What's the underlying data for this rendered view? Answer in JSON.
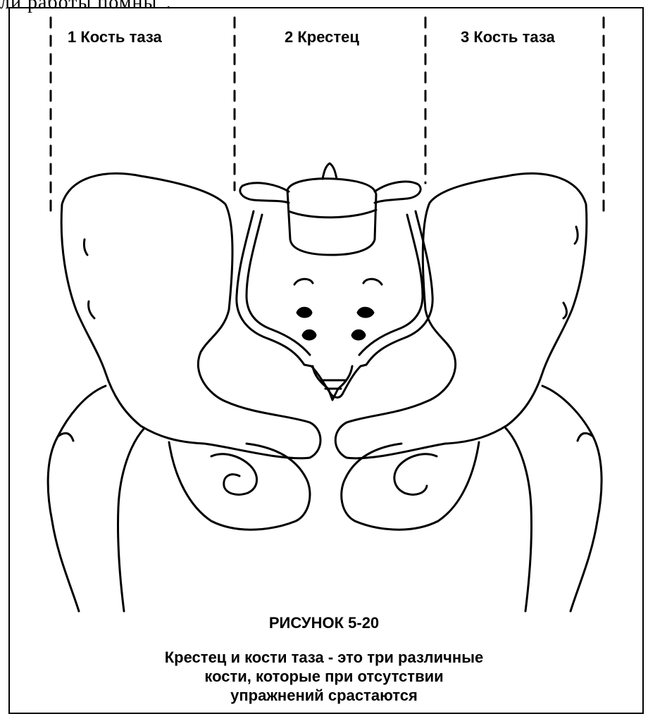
{
  "header_fragment": "ли работы  помны\".",
  "labels": {
    "bone_1": "1 Кость таза",
    "bone_2": "2 Крестец",
    "bone_3": "3 Кость таза"
  },
  "figure": {
    "title": "РИСУНОК 5-20",
    "caption_lines": [
      "Крестец и кости таза - это три различные",
      "кости, которые при отсутствии",
      "упражнений срастаются"
    ]
  }
}
